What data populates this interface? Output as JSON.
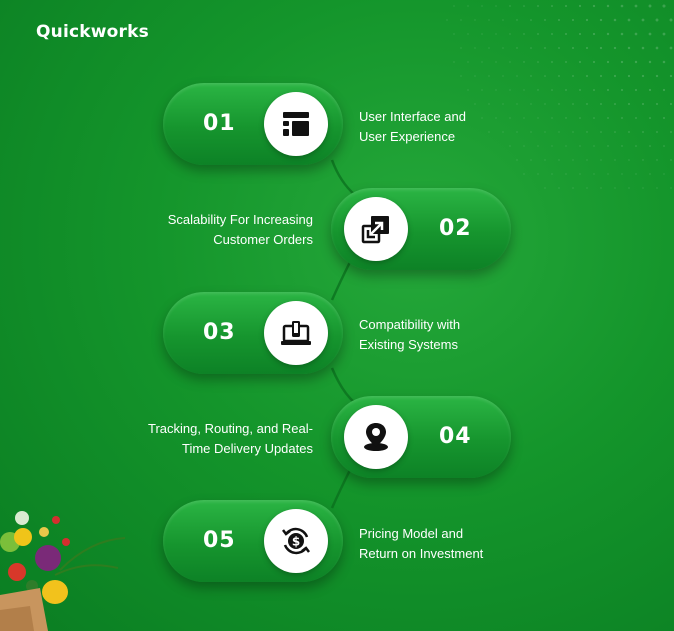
{
  "brand": {
    "name": "Quickworks"
  },
  "steps": [
    {
      "number": "01",
      "line1": "User Interface and",
      "line2": "User Experience",
      "icon": "layout-icon"
    },
    {
      "number": "02",
      "line1": "Scalability For Increasing",
      "line2": "Customer Orders",
      "icon": "resize-arrows-icon"
    },
    {
      "number": "03",
      "line1": "Compatibility with",
      "line2": "Existing Systems",
      "icon": "laptop-phone-icon"
    },
    {
      "number": "04",
      "line1": "Tracking, Routing, and Real-",
      "line2": "Time Delivery Updates",
      "icon": "location-pin-icon"
    },
    {
      "number": "05",
      "line1": "Pricing Model and",
      "line2": "Return on Investment",
      "icon": "dollar-cycle-icon"
    }
  ],
  "colors": {
    "background": "#14952b",
    "pill": "#1ea336",
    "icon": "#111111",
    "text": "#ffffff"
  }
}
